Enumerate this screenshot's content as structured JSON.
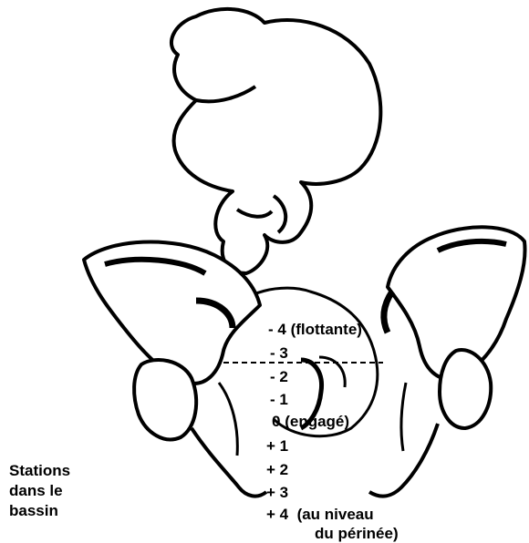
{
  "caption": {
    "lines": [
      "Stations",
      "dans le",
      "bassin"
    ]
  },
  "stations": [
    {
      "sign": "- 4",
      "note": "(flottante)"
    },
    {
      "sign": "- 3",
      "note": ""
    },
    {
      "sign": "- 2",
      "note": ""
    },
    {
      "sign": "- 1",
      "note": ""
    },
    {
      "sign": "0",
      "note": "(engagé)"
    },
    {
      "sign": "+ 1",
      "note": ""
    },
    {
      "sign": "+ 2",
      "note": ""
    },
    {
      "sign": "+ 3",
      "note": ""
    },
    {
      "sign": "+ 4",
      "note": "(au niveau"
    }
  ],
  "station_extra": "du périnée)",
  "colors": {
    "ink": "#000000",
    "paper": "#ffffff"
  }
}
